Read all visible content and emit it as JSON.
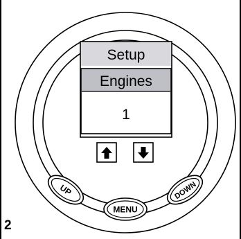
{
  "display": {
    "header": "Setup",
    "title": "Engines",
    "value": "1"
  },
  "buttons": {
    "up_label": "UP",
    "menu_label": "MENU",
    "down_label": "DOWN"
  },
  "nav_icons": [
    "up-arrow-icon",
    "down-arrow-icon"
  ],
  "figure_number": "2",
  "colors": {
    "header_bg": "#d9d9dd",
    "title_bg": "#bfc0c5",
    "outline": "#000000"
  }
}
